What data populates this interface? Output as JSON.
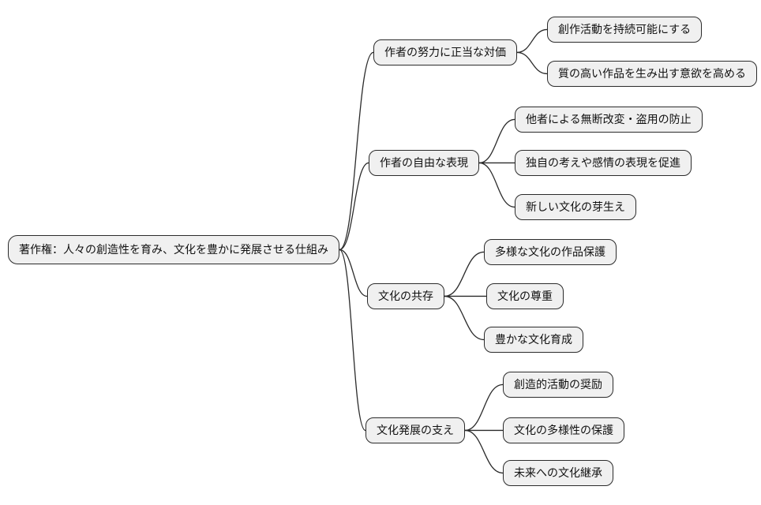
{
  "mindmap": {
    "root": "著作権：人々の創造性を育み、文化を豊かに発展させる仕組み",
    "branches": [
      {
        "label": "作者の努力に正当な対価",
        "children": [
          "創作活動を持続可能にする",
          "質の高い作品を生み出す意欲を高める"
        ]
      },
      {
        "label": "作者の自由な表現",
        "children": [
          "他者による無断改変・盗用の防止",
          "独自の考えや感情の表現を促進",
          "新しい文化の芽生え"
        ]
      },
      {
        "label": "文化の共存",
        "children": [
          "多様な文化の作品保護",
          "文化の尊重",
          "豊かな文化育成"
        ]
      },
      {
        "label": "文化発展の支え",
        "children": [
          "創造的活動の奨励",
          "文化の多様性の保護",
          "未来への文化継承"
        ]
      }
    ]
  },
  "style": {
    "background": "#ffffff",
    "node_fill": "#f0f0f0",
    "node_border": "#2b2b2b",
    "edge_color": "#2b2b2b",
    "text_color": "#111111"
  }
}
